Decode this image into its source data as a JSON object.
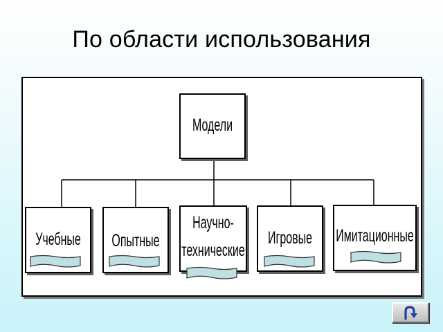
{
  "slide": {
    "title": "По области использования"
  },
  "diagram": {
    "root": "Модели",
    "children": [
      "Учебные",
      "Опытные",
      "Научно-",
      "технические",
      "Игровые",
      "Имитационные"
    ]
  },
  "colors": {
    "tag_fill": "#bfe0e2",
    "background_bottom": "#c9f2f9"
  },
  "navigation": {
    "icon": "u-turn-arrow-icon"
  }
}
